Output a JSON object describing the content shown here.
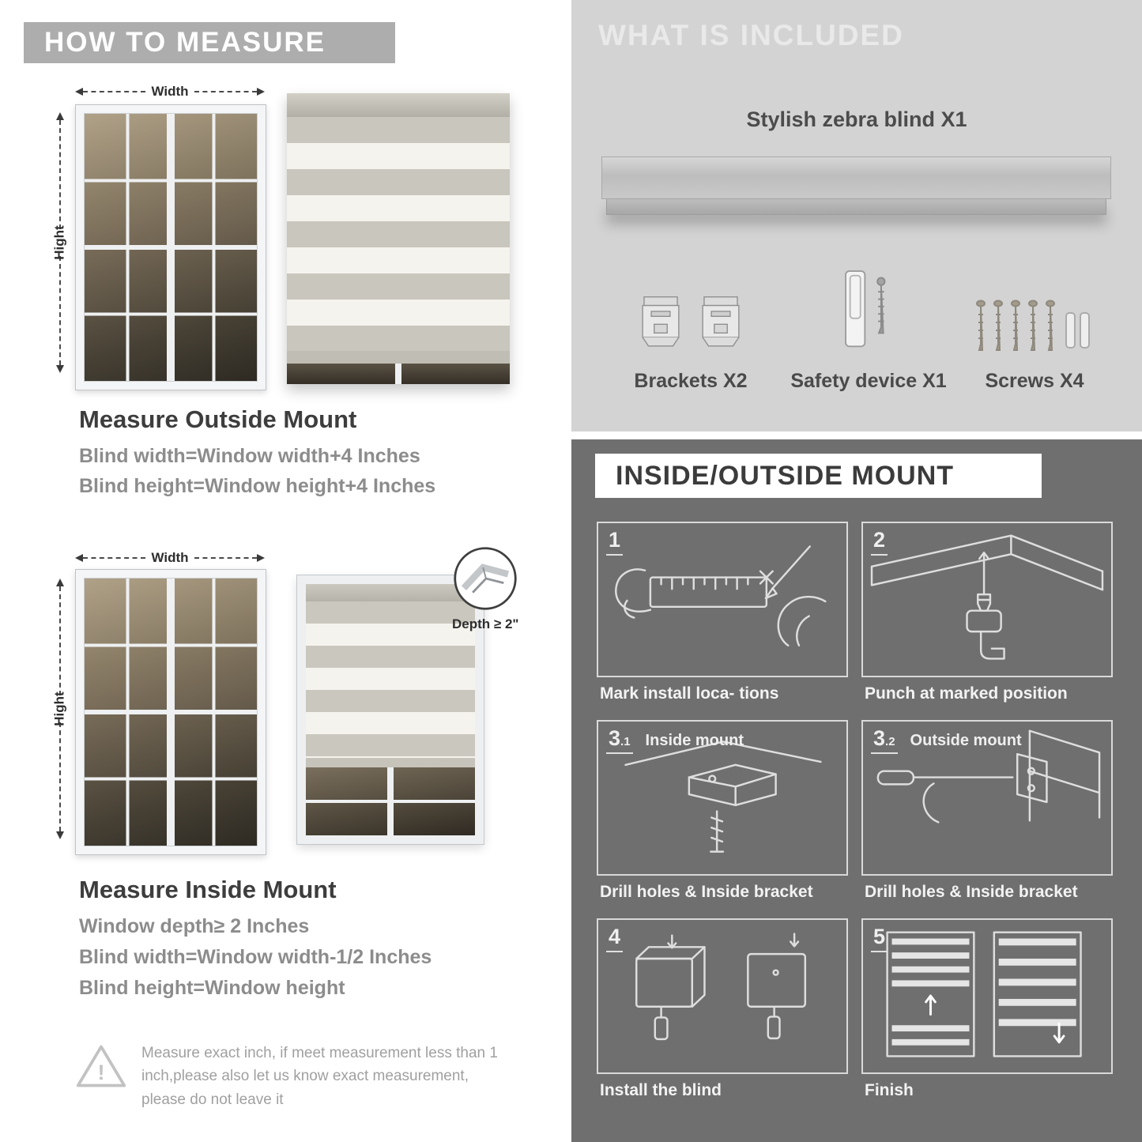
{
  "page": {
    "how_to_measure": {
      "header": "HOW TO MEASURE",
      "outside_mount": {
        "width_label": "Width",
        "height_label": "Hight",
        "title": "Measure Outside Mount",
        "lines": [
          "Blind width=Window width+4 Inches",
          "Blind height=Window height+4 Inches"
        ]
      },
      "inside_mount": {
        "width_label": "Width",
        "height_label": "Hight",
        "depth_label": "Depth ≥ 2\"",
        "title": "Measure Inside Mount",
        "lines": [
          "Window depth≥ 2 Inches",
          "Blind width=Window width-1/2 Inches",
          "Blind height=Window height"
        ]
      },
      "warning_text": "Measure exact inch, if meet measurement less than 1 inch,please also let us know exact measurement, please do not leave it"
    },
    "what_is_included": {
      "header": "WHAT IS INCLUDED",
      "blind_label": "Stylish zebra blind X1",
      "items": [
        {
          "label": "Brackets X2"
        },
        {
          "label": "Safety device X1"
        },
        {
          "label": "Screws X4"
        }
      ]
    },
    "mount_guide": {
      "header": "INSIDE/OUTSIDE MOUNT",
      "steps": [
        {
          "number": "1",
          "sub": "",
          "title": "",
          "caption": "Mark install loca- tions"
        },
        {
          "number": "2",
          "sub": "",
          "title": "",
          "caption": "Punch at  marked position"
        },
        {
          "number": "3",
          "sub": ".1",
          "title": "Inside mount",
          "caption": "Drill holes &  Inside bracket"
        },
        {
          "number": "3",
          "sub": ".2",
          "title": "Outside mount",
          "caption": "Drill holes &  Inside bracket"
        },
        {
          "number": "4",
          "sub": "",
          "title": "",
          "caption": "Install the blind"
        },
        {
          "number": "5",
          "sub": "",
          "title": "",
          "caption": "Finish"
        }
      ]
    },
    "colors": {
      "light_panel_bg": "#d3d3d3",
      "dark_panel_bg": "#6f6f6f",
      "header_banner_gray": "#adadad",
      "heading_text": "#3d3d3d",
      "body_text_gray": "#8c8c8c"
    }
  }
}
